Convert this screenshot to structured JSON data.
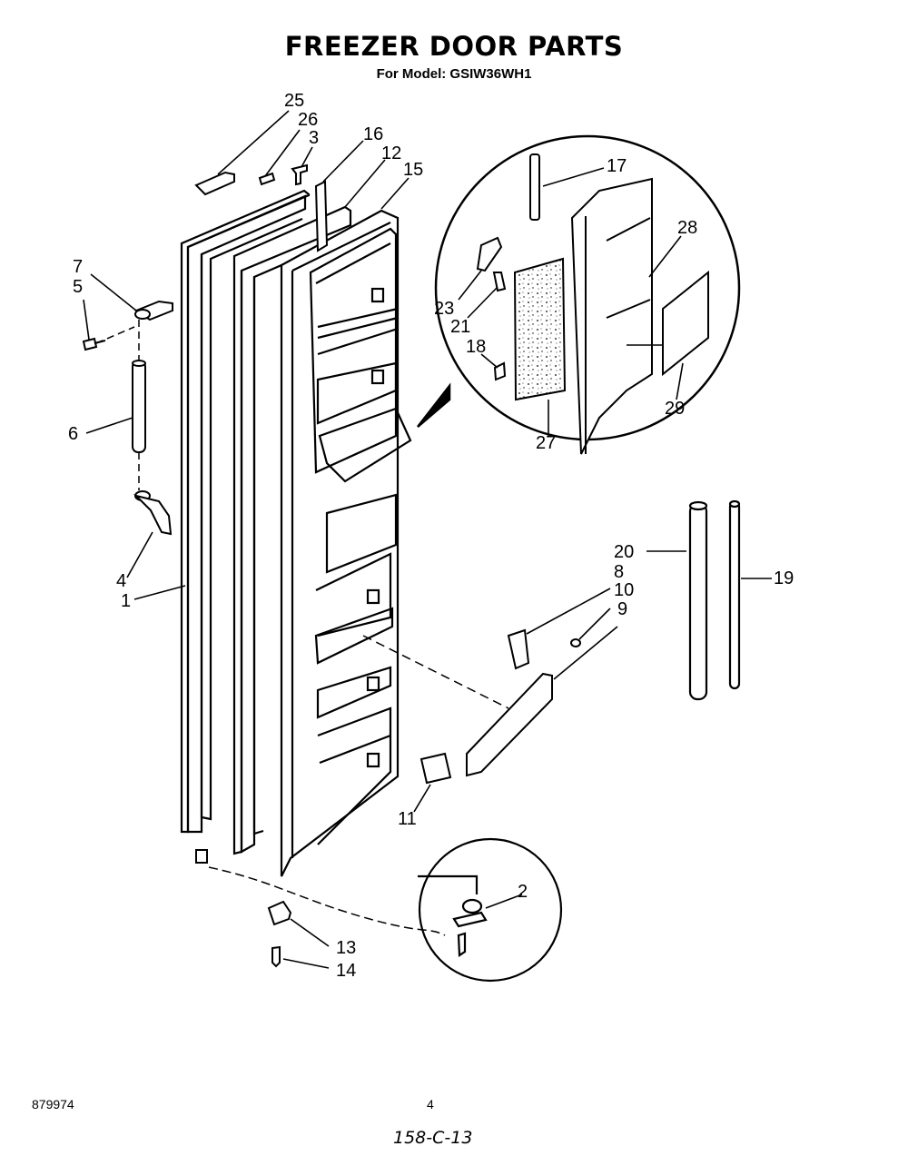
{
  "header": {
    "title": "FREEZER DOOR PARTS",
    "subtitle": "For Model: GSIW36WH1"
  },
  "footer": {
    "doc_number": "879974",
    "page_number": "4",
    "handwritten": "158-C-13"
  },
  "callouts": [
    "25",
    "26",
    "3",
    "16",
    "12",
    "15",
    "7",
    "5",
    "6",
    "4",
    "1",
    "17",
    "28",
    "23",
    "21",
    "18",
    "27",
    "29",
    "20",
    "19",
    "8",
    "10",
    "9",
    "11",
    "2",
    "13",
    "14"
  ]
}
